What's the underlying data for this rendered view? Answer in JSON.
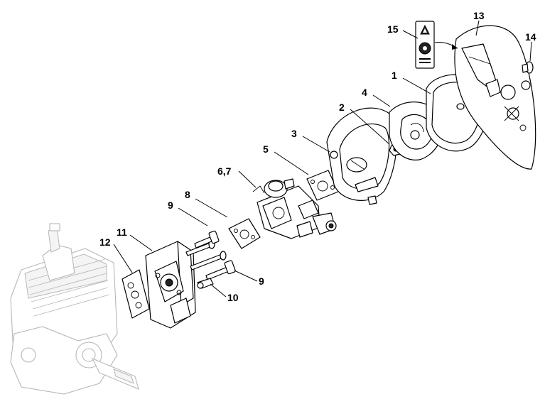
{
  "diagram": {
    "callouts": [
      {
        "id": "c1",
        "label": "1"
      },
      {
        "id": "c2",
        "label": "2"
      },
      {
        "id": "c3",
        "label": "3"
      },
      {
        "id": "c4",
        "label": "4"
      },
      {
        "id": "c5",
        "label": "5"
      },
      {
        "id": "c67",
        "label": "6,7"
      },
      {
        "id": "c8",
        "label": "8"
      },
      {
        "id": "c9a",
        "label": "9"
      },
      {
        "id": "c9b",
        "label": "9"
      },
      {
        "id": "c10",
        "label": "10"
      },
      {
        "id": "c11",
        "label": "11"
      },
      {
        "id": "c12",
        "label": "12"
      },
      {
        "id": "c13",
        "label": "13"
      },
      {
        "id": "c14",
        "label": "14"
      },
      {
        "id": "c15",
        "label": "15"
      }
    ]
  }
}
